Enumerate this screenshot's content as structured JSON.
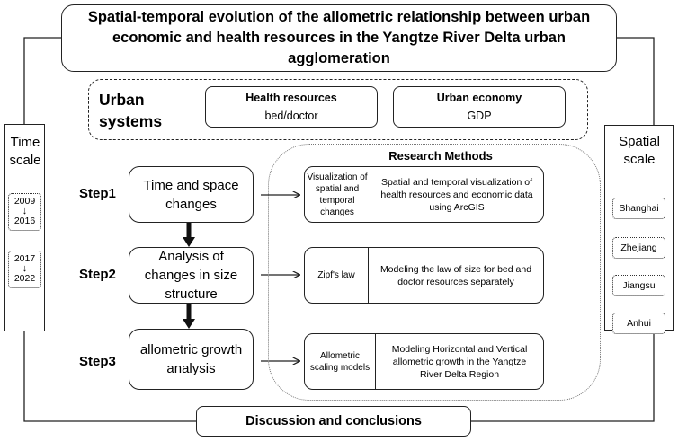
{
  "title": "Spatial-temporal evolution of the allometric relationship between urban economic and health resources in the Yangtze River Delta urban agglomeration",
  "urban_systems": {
    "label": "Urban systems",
    "health": {
      "title": "Health resources",
      "value": "bed/doctor"
    },
    "economy": {
      "title": "Urban economy",
      "value": "GDP"
    }
  },
  "time_scale": {
    "title": "Time scale",
    "periods": [
      {
        "start": "2009",
        "end": "2016"
      },
      {
        "start": "2017",
        "end": "2022"
      }
    ]
  },
  "spatial_scale": {
    "title": "Spatial scale",
    "regions": [
      "Shanghai",
      "Zhejiang",
      "Jiangsu",
      "Anhui"
    ]
  },
  "research_methods": {
    "title": "Research Methods",
    "methods": [
      {
        "name": "Visualization of spatial and temporal changes",
        "description": "Spatial and temporal visualization of health resources and economic data using ArcGIS"
      },
      {
        "name": "Zipf's law",
        "description": "Modeling the law of size for bed and doctor resources separately"
      },
      {
        "name": "Allometric scaling models",
        "description": "Modeling Horizontal and Vertical allometric growth in the Yangtze River Delta Region"
      }
    ]
  },
  "steps": [
    {
      "label": "Step1",
      "text": "Time and space changes"
    },
    {
      "label": "Step2",
      "text": "Analysis of changes in size structure"
    },
    {
      "label": "Step3",
      "text": "allometric growth analysis"
    }
  ],
  "conclusion": "Discussion and conclusions",
  "colors": {
    "line": "#222222",
    "background": "#ffffff"
  }
}
